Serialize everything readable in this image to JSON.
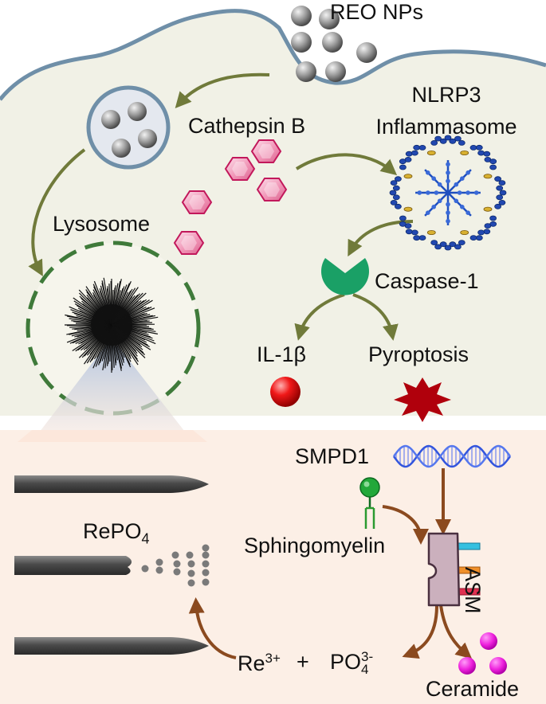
{
  "top_panel": {
    "nanoparticles_label": "REO NPs",
    "lysosome_label": "Lysosome",
    "cathepsin_label": "Cathepsin B",
    "inflammasome_label_line1": "NLRP3",
    "inflammasome_label_line2": "Inflammasome",
    "caspase_label": "Caspase-1",
    "il1b_label": "IL-1β",
    "pyroptosis_label": "Pyroptosis"
  },
  "bottom_panel": {
    "smpd1_label": "SMPD1",
    "sphingomyelin_label": "Sphingomyelin",
    "asm_label": "ASM",
    "repo4_base": "RePO",
    "repo4_sub": "4",
    "re_ion_base": "Re",
    "re_ion_sup": "3+",
    "plus_sign": "+",
    "po4_base": "PO",
    "po4_sub": "4",
    "po4_sup": "3-",
    "ceramide_label": "Ceramide"
  },
  "colors": {
    "cell_fill": "#f1f1e6",
    "membrane": "#6f8fa8",
    "arrow_olive": "#707a3a",
    "arrow_brown": "#8b4a1f",
    "bottom_fill": "#fcefe6",
    "lysosome_dash": "#3f7a3a",
    "cathepsin_pink": "#ef8fb2",
    "caspase_green": "#1aa066",
    "il1b_red": "#e01010",
    "pyroptosis_red": "#b0000c",
    "ceramide_magenta": "#ee22dd",
    "asm_body": "#cbb0bd",
    "dna_blue": "#3355dd"
  },
  "icons": [
    "nanoparticle-sphere",
    "hexagon-enzyme",
    "inflammasome-ring",
    "pacman-caspase",
    "red-sphere",
    "starburst",
    "dna-helix",
    "lipid-lollipop",
    "membrane-protein",
    "nanorod"
  ]
}
